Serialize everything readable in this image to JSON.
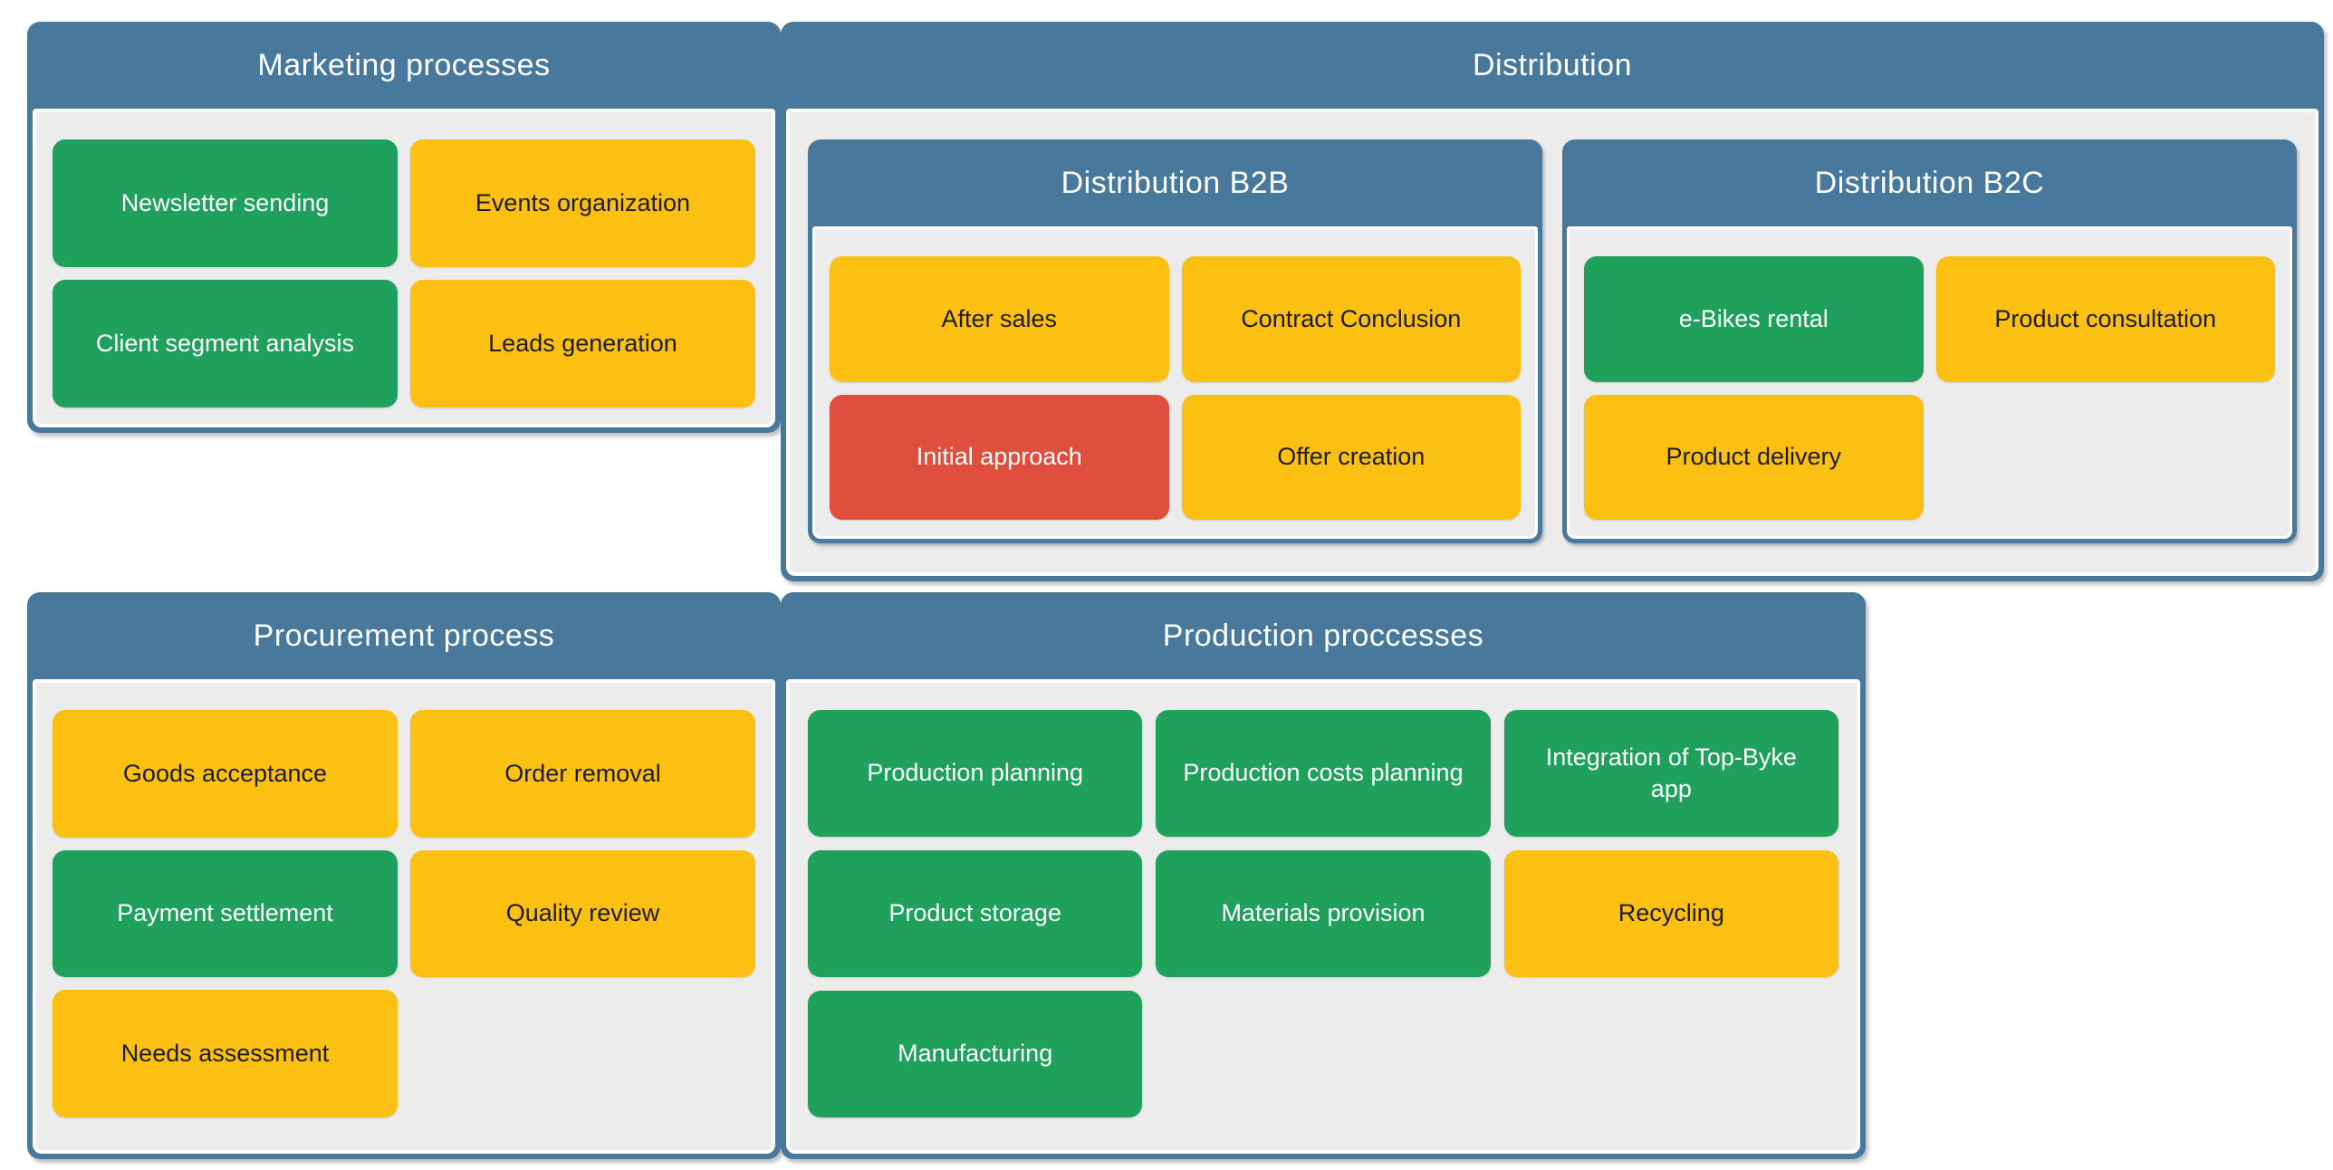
{
  "palette": {
    "header_blue": "#48789c",
    "body_gray": "#ececec",
    "separator_white": "#ffffff",
    "card_green": "#1fa15b",
    "card_yellow": "#fcc012",
    "card_red": "#e04e3d",
    "text_on_dark": "#ffffff",
    "text_on_yellow": "#1d1d1d",
    "page_background": "#ffffff"
  },
  "groups": [
    {
      "id": "marketing",
      "title": "Marketing processes",
      "cards": [
        {
          "label": "Newsletter sending",
          "color": "green"
        },
        {
          "label": "Events organization",
          "color": "yellow"
        },
        {
          "label": "Client segment analysis",
          "color": "green"
        },
        {
          "label": "Leads generation",
          "color": "yellow"
        }
      ]
    },
    {
      "id": "distribution",
      "title": "Distribution",
      "subgroups": [
        {
          "id": "distribution-b2b",
          "title": "Distribution B2B",
          "cards": [
            {
              "label": "After sales",
              "color": "yellow"
            },
            {
              "label": "Contract Conclusion",
              "color": "yellow"
            },
            {
              "label": "Initial approach",
              "color": "red"
            },
            {
              "label": "Offer creation",
              "color": "yellow"
            }
          ]
        },
        {
          "id": "distribution-b2c",
          "title": "Distribution B2C",
          "cards": [
            {
              "label": "e-Bikes rental",
              "color": "green"
            },
            {
              "label": "Product consultation",
              "color": "yellow"
            },
            {
              "label": "Product delivery",
              "color": "yellow"
            }
          ]
        }
      ]
    },
    {
      "id": "procurement",
      "title": "Procurement process",
      "cards": [
        {
          "label": "Goods acceptance",
          "color": "yellow"
        },
        {
          "label": "Order removal",
          "color": "yellow"
        },
        {
          "label": "Payment settlement",
          "color": "green"
        },
        {
          "label": "Quality review",
          "color": "yellow"
        },
        {
          "label": "Needs assessment",
          "color": "yellow"
        }
      ]
    },
    {
      "id": "production",
      "title": "Production proccesses",
      "cards": [
        {
          "label": "Production planning",
          "color": "green"
        },
        {
          "label": "Production costs planning",
          "color": "green"
        },
        {
          "label": "Integration of Top-Byke app",
          "color": "green"
        },
        {
          "label": "Product storage",
          "color": "green"
        },
        {
          "label": "Materials provision",
          "color": "green"
        },
        {
          "label": "Recycling",
          "color": "yellow"
        },
        {
          "label": "Manufacturing",
          "color": "green"
        }
      ]
    }
  ]
}
